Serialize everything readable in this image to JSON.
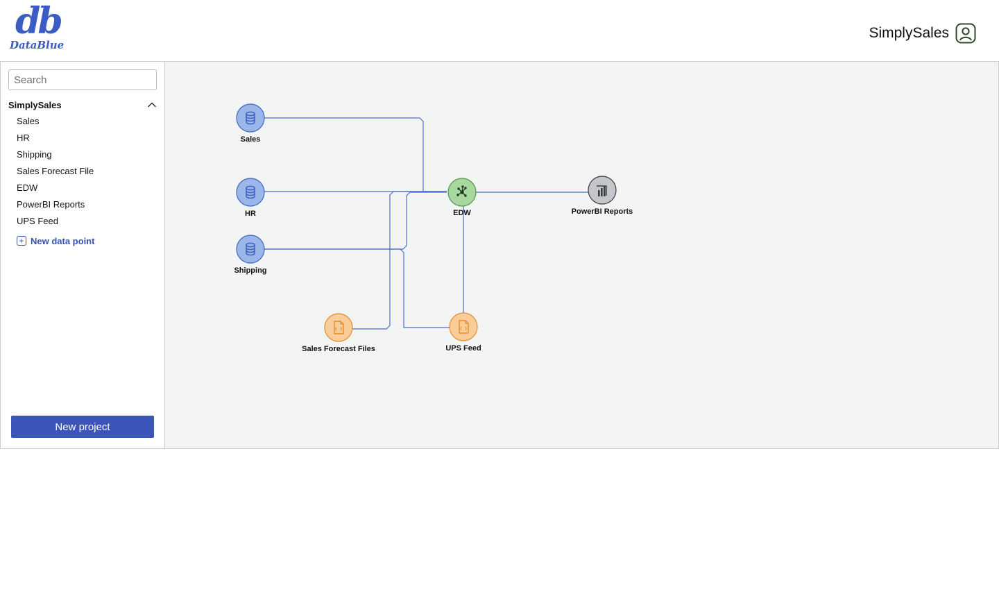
{
  "brand": {
    "logo_mark": "db",
    "logo_text": "DataBlue"
  },
  "header": {
    "project_name": "SimplySales",
    "user_icon": "user-icon"
  },
  "sidebar": {
    "search_placeholder": "Search",
    "group": {
      "title": "SimplySales",
      "expanded": true,
      "items": [
        {
          "label": "Sales"
        },
        {
          "label": "HR"
        },
        {
          "label": "Shipping"
        },
        {
          "label": "Sales Forecast File"
        },
        {
          "label": "EDW"
        },
        {
          "label": "PowerBI Reports"
        },
        {
          "label": "UPS Feed"
        }
      ]
    },
    "new_data_point_label": "New data point",
    "new_project_label": "New project"
  },
  "canvas": {
    "nodes": [
      {
        "id": "sales",
        "label": "Sales",
        "kind": "database",
        "icon": "database-icon"
      },
      {
        "id": "hr",
        "label": "HR",
        "kind": "database",
        "icon": "database-icon"
      },
      {
        "id": "shipping",
        "label": "Shipping",
        "kind": "database",
        "icon": "database-icon"
      },
      {
        "id": "forecast",
        "label": "Sales Forecast Files",
        "kind": "file",
        "icon": "file-icon"
      },
      {
        "id": "edw",
        "label": "EDW",
        "kind": "warehouse",
        "icon": "network-icon"
      },
      {
        "id": "ups",
        "label": "UPS Feed",
        "kind": "file",
        "icon": "file-icon"
      },
      {
        "id": "powerbi",
        "label": "PowerBI Reports",
        "kind": "report",
        "icon": "powerbi-icon"
      }
    ],
    "edges": [
      {
        "from": "sales",
        "to": "edw"
      },
      {
        "from": "hr",
        "to": "edw"
      },
      {
        "from": "shipping",
        "to": "edw"
      },
      {
        "from": "shipping",
        "to": "ups"
      },
      {
        "from": "forecast",
        "to": "edw"
      },
      {
        "from": "ups",
        "to": "edw"
      },
      {
        "from": "edw",
        "to": "powerbi"
      }
    ],
    "colors": {
      "edge": "#4a6cc8",
      "database_fill": "#9bb7ea",
      "database_stroke": "#3f64c2",
      "file_fill": "#f9cd9a",
      "file_stroke": "#e78c2c",
      "warehouse_fill": "#a8d8a0",
      "warehouse_stroke": "#4f9a49",
      "report_fill": "#c4c6ca",
      "report_stroke": "#3a3d44"
    }
  }
}
